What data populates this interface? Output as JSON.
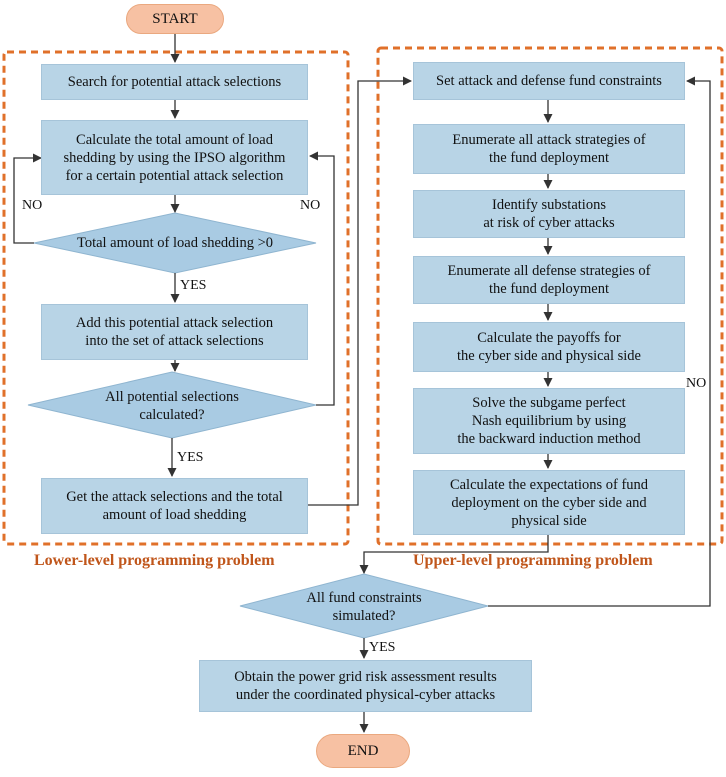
{
  "terminals": {
    "start": "START",
    "end": "END"
  },
  "sections": {
    "lower": "Lower-level programming problem",
    "upper": "Upper-level programming problem"
  },
  "lower": {
    "search": "Search for potential attack selections",
    "calculate": "Calculate the total amount of load\nshedding by using the IPSO algorithm\nfor a certain potential attack selection",
    "decision_load": "Total amount of load shedding >0",
    "add": "Add this potential attack selection\ninto the set of attack selections",
    "decision_all": "All potential selections\ncalculated?",
    "get": "Get the attack selections and the total\namount of load shedding"
  },
  "upper": {
    "set": "Set attack and defense fund constraints",
    "enum_attack": "Enumerate all attack strategies of\nthe fund deployment",
    "identify": "Identify substations\nat risk of cyber attacks",
    "enum_defense": "Enumerate all defense strategies of\nthe fund deployment",
    "payoffs": "Calculate the payoffs for\nthe cyber side and physical side",
    "solve": "Solve the subgame perfect\nNash equilibrium by using\nthe backward induction method",
    "expect": "Calculate the expectations of fund\ndeployment on the cyber side and\nphysical side"
  },
  "final": {
    "decision_fund": "All fund constraints\nsimulated?",
    "obtain": "Obtain the power grid risk assessment results\nunder the coordinated physical-cyber attacks"
  },
  "edge_labels": {
    "no_load": "NO",
    "yes_load": "YES",
    "no_all": "NO",
    "yes_all": "YES",
    "no_fund": "NO",
    "yes_fund": "YES"
  },
  "colors": {
    "box_fill": "#b8d4e6",
    "diamond_fill": "#a9cbe3",
    "terminal_fill": "#f7c1a3",
    "dashed_border": "#e0702a",
    "section_text": "#c0561b",
    "arrow": "#333333"
  }
}
